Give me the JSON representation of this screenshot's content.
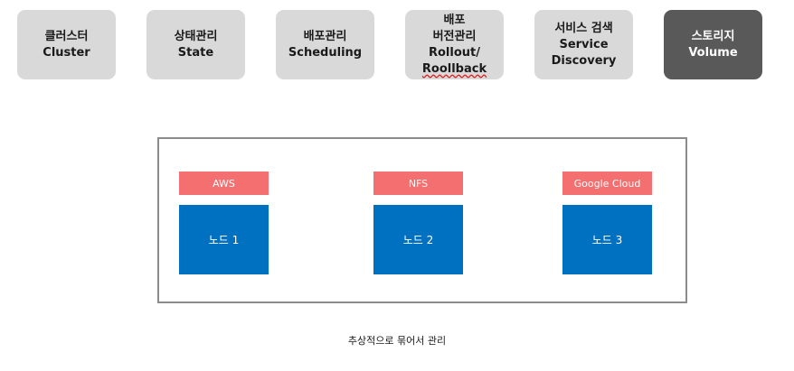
{
  "tabs": [
    {
      "line1": "클러스터",
      "line2": "Cluster",
      "active": false
    },
    {
      "line1": "상태관리",
      "line2": "State",
      "active": false
    },
    {
      "line1": "배포관리",
      "line2": "Scheduling",
      "active": false
    },
    {
      "line1": "배포",
      "line2": "버전관리",
      "line3": "Rollout/",
      "line4": "Roollback",
      "active": false
    },
    {
      "line1": "서비스 검색",
      "line2": "Service",
      "line3": "Discovery",
      "active": false
    },
    {
      "line1": "스토리지",
      "line2": "Volume",
      "active": true
    }
  ],
  "nodes": [
    {
      "provider": "AWS",
      "label": "노드 1"
    },
    {
      "provider": "NFS",
      "label": "노드 2"
    },
    {
      "provider": "Google Cloud",
      "label": "노드 3"
    }
  ],
  "caption": "추상적으로 묶어서 관리",
  "colors": {
    "tab_bg": "#d9d9d9",
    "tab_active_bg": "#595959",
    "provider_bg": "#f47070",
    "node_bg": "#0070c0",
    "frame_border": "#8c8c8c"
  }
}
